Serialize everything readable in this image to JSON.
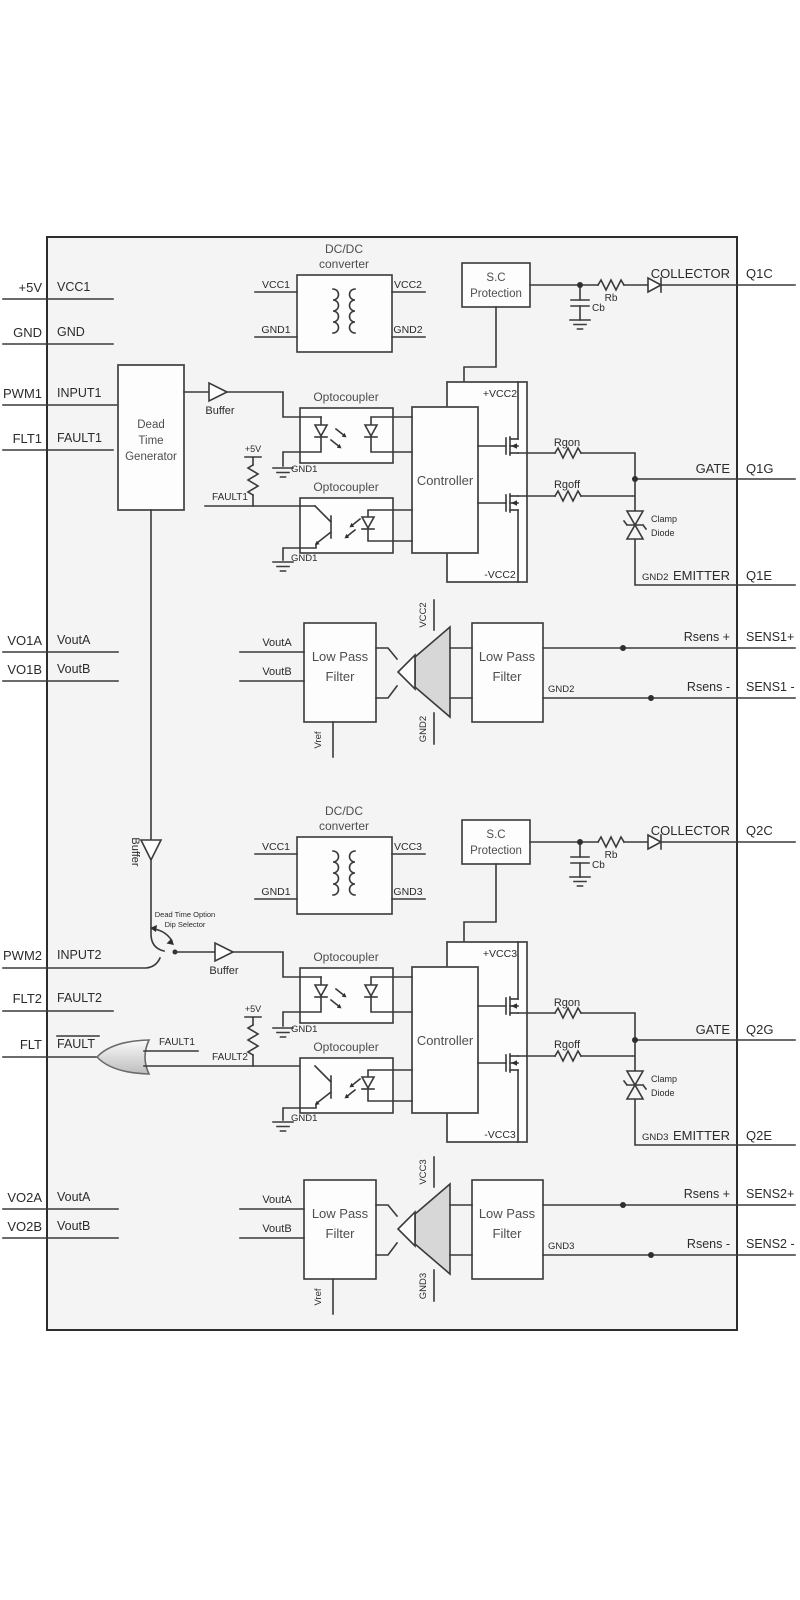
{
  "pins_left": [
    {
      "ext": "+5V",
      "int": "VCC1"
    },
    {
      "ext": "GND",
      "int": "GND"
    },
    {
      "ext": "PWM1",
      "int": "INPUT1"
    },
    {
      "ext": "FLT1",
      "int": "FAULT1"
    },
    {
      "ext": "VO1A",
      "int": "VoutA"
    },
    {
      "ext": "VO1B",
      "int": "VoutB"
    },
    {
      "ext": "PWM2",
      "int": "INPUT2"
    },
    {
      "ext": "FLT2",
      "int": "FAULT2"
    },
    {
      "ext": "FLT",
      "int": "FAULT"
    },
    {
      "ext": "VO2A",
      "int": "VoutA"
    },
    {
      "ext": "VO2B",
      "int": "VoutB"
    }
  ],
  "ch1": {
    "dcdc_title1": "DC/DC",
    "dcdc_title2": "converter",
    "dcdc_vcc_in": "VCC1",
    "dcdc_gnd_in": "GND1",
    "dcdc_vcc_out": "VCC2",
    "dcdc_gnd_out": "GND2",
    "sc_title1": "S.C",
    "sc_title2": "Protection",
    "rb": "Rb",
    "cb": "Cb",
    "collector_label": "COLLECTOR",
    "collector_pin": "Q1C",
    "dtg1": "Dead",
    "dtg2": "Time",
    "dtg3": "Generator",
    "buffer": "Buffer",
    "opto_in_title": "Optocoupler",
    "opto_in_gnd": "GND1",
    "opto_ft_title": "Optocoupler",
    "opto_ft_gnd": "GND1",
    "pullup": "+5V",
    "fault_net": "FAULT1",
    "controller": "Controller",
    "vcc_pos": "+VCC2",
    "vcc_neg": "-VCC2",
    "rgon": "Rgon",
    "rgoff": "Rgoff",
    "gate_label": "GATE",
    "gate_pin": "Q1G",
    "clamp1": "Clamp",
    "clamp2": "Diode",
    "emitter_gnd": "GND2",
    "emitter_label": "EMITTER",
    "emitter_pin": "Q1E",
    "vout_a": "VoutA",
    "vout_b": "VoutB",
    "lpf1_1": "Low Pass",
    "lpf1_2": "Filter",
    "lpf2_1": "Low Pass",
    "lpf2_2": "Filter",
    "vref": "Vref",
    "amp_vcc": "VCC2",
    "amp_gnd": "GND2",
    "sens_gnd": "GND2",
    "rsens_p": "Rsens +",
    "rsens_n": "Rsens -",
    "sens_p_pin": "SENS1+",
    "sens_n_pin": "SENS1 -"
  },
  "ch2": {
    "dcdc_title1": "DC/DC",
    "dcdc_title2": "converter",
    "dcdc_vcc_in": "VCC1",
    "dcdc_gnd_in": "GND1",
    "dcdc_vcc_out": "VCC3",
    "dcdc_gnd_out": "GND3",
    "sc_title1": "S.C",
    "sc_title2": "Protection",
    "rb": "Rb",
    "cb": "Cb",
    "collector_label": "COLLECTOR",
    "collector_pin": "Q2C",
    "dip1": "Dead Time Option",
    "dip2": "Dip Selector",
    "buffer_v": "Buffer",
    "buffer": "Buffer",
    "opto_in_title": "Optocoupler",
    "opto_in_gnd": "GND1",
    "opto_ft_title": "Optocoupler",
    "opto_ft_gnd": "GND1",
    "pullup": "+5V",
    "or_fault1": "FAULT1",
    "fault_net": "FAULT2",
    "controller": "Controller",
    "vcc_pos": "+VCC3",
    "vcc_neg": "-VCC3",
    "rgon": "Rgon",
    "rgoff": "Rgoff",
    "gate_label": "GATE",
    "gate_pin": "Q2G",
    "clamp1": "Clamp",
    "clamp2": "Diode",
    "emitter_gnd": "GND3",
    "emitter_label": "EMITTER",
    "emitter_pin": "Q2E",
    "vout_a": "VoutA",
    "vout_b": "VoutB",
    "lpf1_1": "Low Pass",
    "lpf1_2": "Filter",
    "lpf2_1": "Low Pass",
    "lpf2_2": "Filter",
    "vref": "Vref",
    "amp_vcc": "VCC3",
    "amp_gnd": "GND3",
    "sens_gnd": "GND3",
    "rsens_p": "Rsens +",
    "rsens_n": "Rsens -",
    "sens_p_pin": "SENS2+",
    "sens_n_pin": "SENS2 -"
  }
}
